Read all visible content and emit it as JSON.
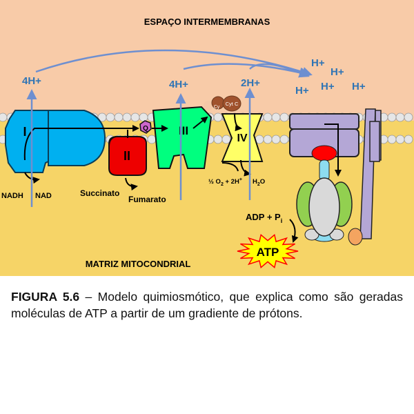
{
  "regions": {
    "intermembrane": "ESPAÇO INTERMEMBRANAS",
    "matrix": "MATRIZ MITOCONDRIAL"
  },
  "complexes": {
    "c1": "I",
    "c2": "II",
    "c3": "III",
    "c4": "IV",
    "q": "Q",
    "cytc_front": "Cyt C",
    "cytc_back": "Cy"
  },
  "protons": {
    "c1": "4H+",
    "c3": "4H+",
    "c4": "2H+",
    "pool": [
      "H+",
      "H+",
      "H+",
      "H+",
      "H+"
    ]
  },
  "substrates": {
    "nadh": "NADH",
    "nad": "NAD",
    "succinate": "Succinato",
    "fumarate": "Fumarato",
    "oxygen": "½ O",
    "oxygen_sub": "2",
    "oxygen_plus": " + 2H",
    "oxygen_sup": "+",
    "water": "H",
    "water_sub": "2",
    "water_o": "O"
  },
  "synthase": {
    "adp": "ADP + P",
    "adp_sub": "i",
    "atp": "ATP"
  },
  "caption": {
    "label": "FIGURA 5.6",
    "text": " –  Modelo quimiosmótico, que explica como são geradas moléculas de ATP a partir de um gradiente de prótons."
  },
  "colors": {
    "intermembrane_bg": "#f8cba8",
    "matrix_bg": "#f6d467",
    "complex1": "#00b0f0",
    "complex2": "#ee0000",
    "complex3": "#00ff7f",
    "complex4": "#ffff66",
    "q": "#cc66cc",
    "cytc": "#a0522d",
    "synthase_head": "#d9d9d9",
    "synthase_green": "#92d050",
    "synthase_blue": "#8ddcf0",
    "synthase_purple": "#b4a7d6",
    "proton_blue": "#2e74b5",
    "arrow_blue": "#6e8fd0",
    "atp_star": "#ffff00"
  }
}
